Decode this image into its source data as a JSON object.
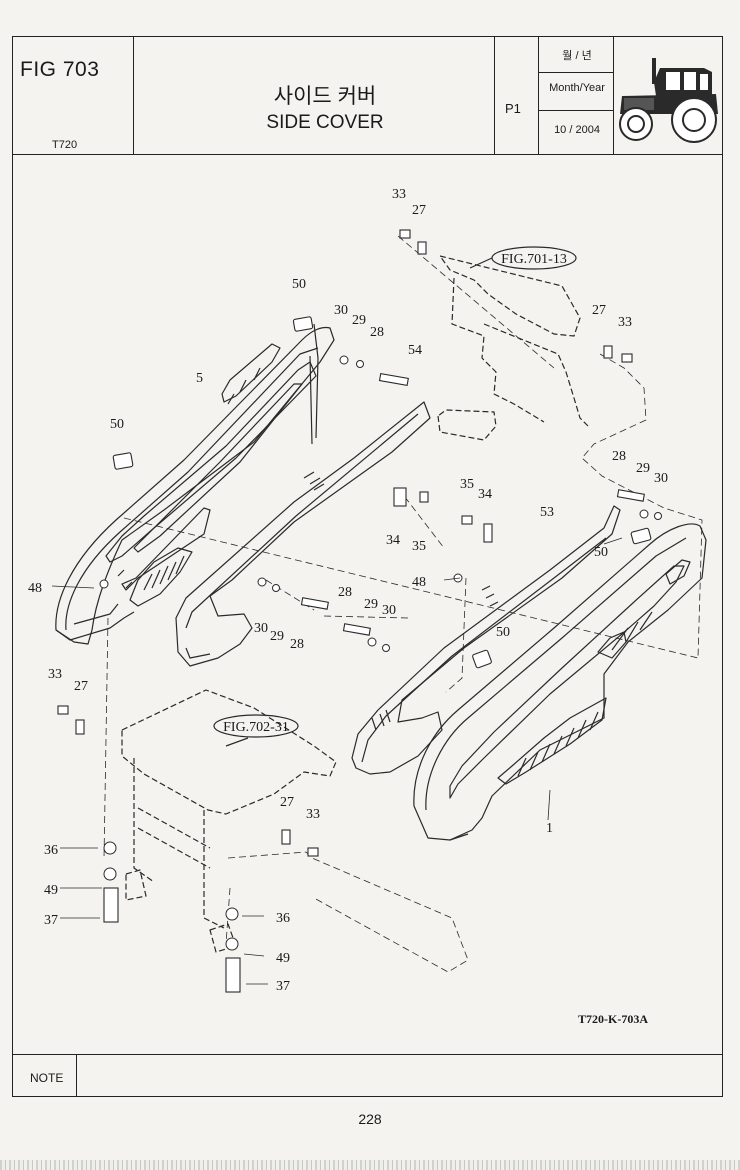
{
  "header": {
    "figure_number": "FIG 703",
    "model": "T720",
    "title_korean": "사이드 커버",
    "title_english": "SIDE COVER",
    "page_code": "P1",
    "month_year_korean": "월 / 년",
    "month_year_label": "Month/Year",
    "month_year_value": "10 / 2004"
  },
  "drawing": {
    "reference_code": "T720-K-703A",
    "figure_references": [
      "FIG.701-13",
      "FIG.702-31"
    ],
    "callouts": [
      "33",
      "27",
      "50",
      "30",
      "29",
      "28",
      "54",
      "27",
      "33",
      "5",
      "50",
      "28",
      "29",
      "30",
      "35",
      "34",
      "53",
      "34",
      "35",
      "50",
      "48",
      "28",
      "29",
      "30",
      "48",
      "30",
      "29",
      "28",
      "50",
      "33",
      "27",
      "27",
      "33",
      "36",
      "49",
      "37",
      "36",
      "49",
      "37",
      "1"
    ]
  },
  "footer": {
    "note_label": "NOTE",
    "page_number": "228"
  }
}
